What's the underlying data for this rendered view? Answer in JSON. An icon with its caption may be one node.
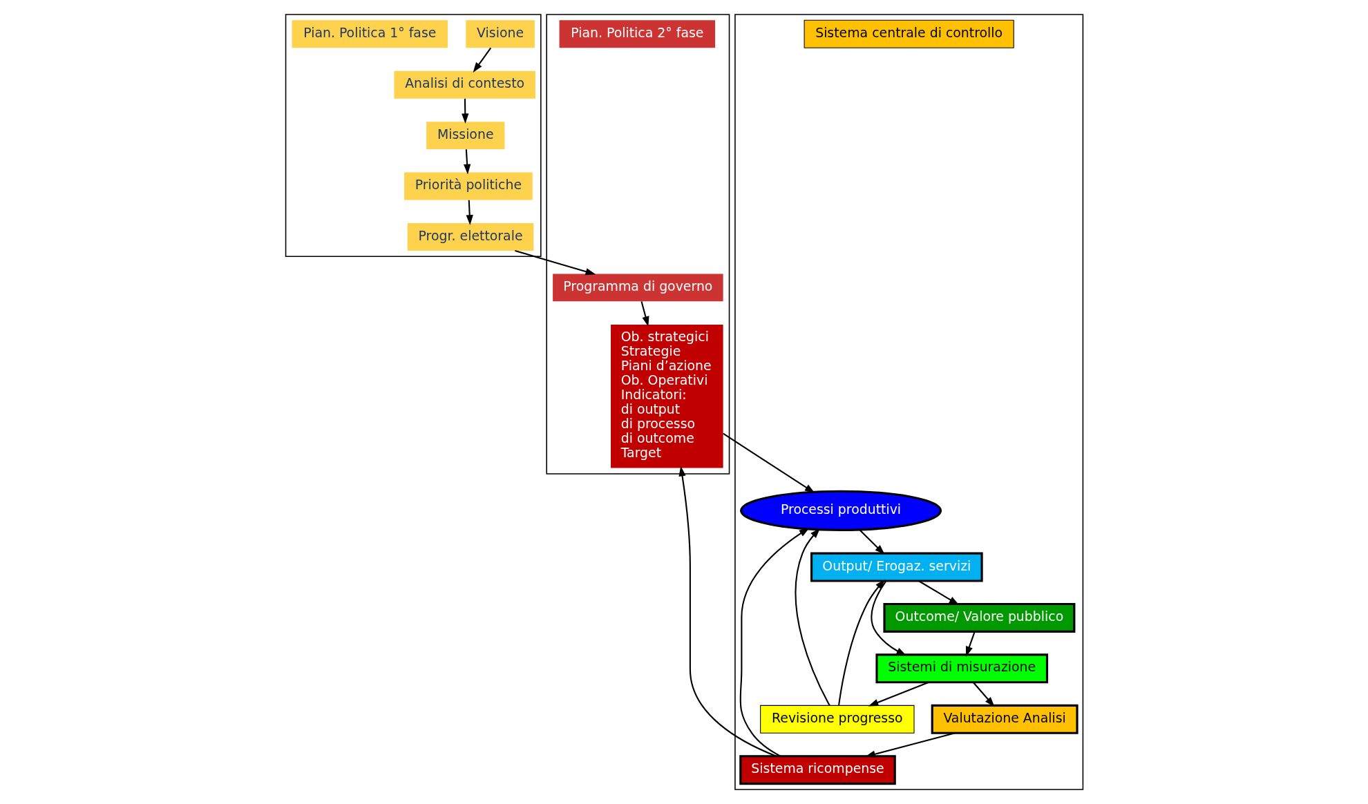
{
  "diagram": {
    "nodes": [
      {
        "text": [],
        "shape": "box"
      },
      {
        "text": [
          "Visione"
        ],
        "in": 0
      },
      {
        "text": [
          "Analisi di contesto"
        ],
        "in": 0
      },
      {
        "text": [
          "Missione"
        ],
        "in": 0
      },
      {
        "text": [
          "Priorità politiche"
        ],
        "in": 0
      },
      {
        "text": [
          "Progr. elettorale"
        ],
        "in": 0
      },
      {
        "text": [
          "Pian. Politica 1° fase"
        ],
        "in": 0
      },
      {
        "text": [],
        "shape": "box"
      },
      {
        "text": [
          "Programma di governo"
        ],
        "in": 7
      },
      {
        "text": [
          "Ob. strategici",
          "Strategie",
          "Piani d’azione",
          "Ob. Operativi",
          "Indicatori:",
          "di output",
          "di processo",
          "di outcome",
          "Target"
        ],
        "in": 7
      },
      {
        "text": [
          "Pian. Politica 2° fase"
        ],
        "in": 7
      },
      {
        "text": [],
        "shape": "box"
      },
      {
        "text": [
          "Processi produttivi"
        ],
        "in": 11
      },
      {
        "text": [
          "Output/ Erogaz. servizi"
        ],
        "in": 11
      },
      {
        "text": [
          "Outcome/ Valore pubblico"
        ],
        "in": 11
      },
      {
        "text": [
          "Revisione progresso"
        ],
        "in": 11
      },
      {
        "text": [
          "Sistemi di misurazione"
        ],
        "in": 11
      },
      {
        "text": [
          "Sistema ricompense"
        ],
        "in": 11
      },
      {
        "text": [
          "Valutazione Analisi"
        ],
        "in": 11
      },
      {
        "text": [
          "Sistema centrale di controllo"
        ],
        "in": 11
      }
    ],
    "edges": [
      {
        "from": 1,
        "to": 2,
        "arrow": "to"
      },
      {
        "from": 2,
        "to": 3,
        "arrow": "to"
      },
      {
        "from": 3,
        "to": 4,
        "arrow": "to"
      },
      {
        "from": 4,
        "to": 5,
        "arrow": "to"
      },
      {
        "from": 5,
        "to": 8,
        "arrow": "to"
      },
      {
        "from": 8,
        "to": 9,
        "arrow": "to"
      },
      {
        "from": 9,
        "to": 12,
        "arrow": "to"
      },
      {
        "from": 12,
        "to": 13,
        "arrow": "to"
      },
      {
        "from": 13,
        "to": 14,
        "arrow": "to"
      },
      {
        "from": 13,
        "to": 16,
        "arrow": "to"
      },
      {
        "from": 14,
        "to": 16,
        "arrow": "to"
      },
      {
        "from": 16,
        "to": 15,
        "arrow": "to"
      },
      {
        "from": 15,
        "to": 12,
        "arrow": "to"
      },
      {
        "from": 15,
        "to": 13,
        "arrow": "to"
      },
      {
        "from": 16,
        "to": 18,
        "arrow": "to"
      },
      {
        "from": 18,
        "to": 17,
        "arrow": "to"
      },
      {
        "from": 17,
        "to": 12,
        "arrow": "to"
      },
      {
        "from": 17,
        "to": 9,
        "arrow": "to"
      }
    ]
  }
}
